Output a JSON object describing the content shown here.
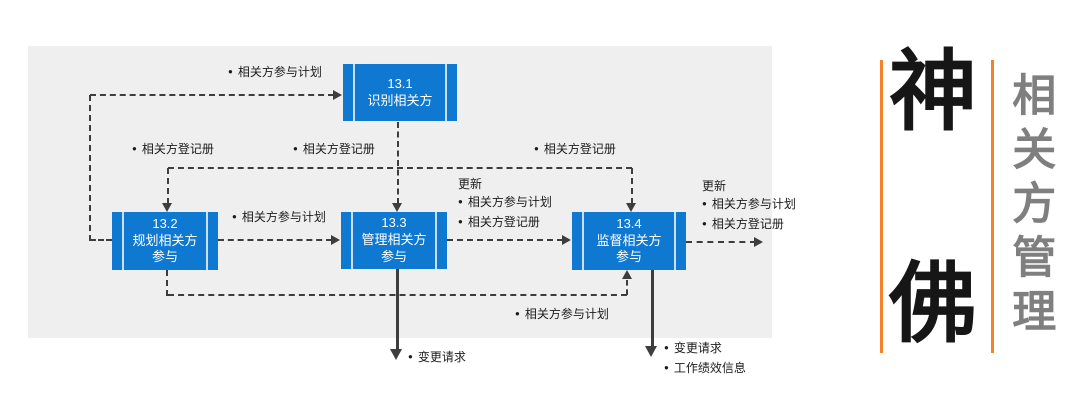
{
  "colors": {
    "process_fill": "#0f78d0",
    "accent_orange": "#f5812a",
    "panel_bg": "#efefef",
    "line_dark": "#3d3d3d",
    "title_gray": "#7f7f7f",
    "box_text": "#ffffff",
    "label_text": "#1c1c1c"
  },
  "diagram": {
    "processes": [
      {
        "code": "13.1",
        "line1": "识别相关方",
        "line2": ""
      },
      {
        "code": "13.2",
        "line1": "规划相关方",
        "line2": "参与"
      },
      {
        "code": "13.3",
        "line1": "管理相关方",
        "line2": "参与"
      },
      {
        "code": "13.4",
        "line1": "监督相关方",
        "line2": "参与"
      }
    ],
    "labels": {
      "plan_to_identify": "相关方参与计划",
      "register_to_plan": "相关方登记册",
      "register_to_manage": "相关方登记册",
      "register_to_monitor": "相关方登记册",
      "plan_to_manage": "相关方参与计划",
      "update_left": {
        "title": "更新",
        "item1": "相关方参与计划",
        "item2": "相关方登记册"
      },
      "update_right": {
        "title": "更新",
        "item1": "相关方参与计划",
        "item2": "相关方登记册"
      },
      "plan_to_monitor": "相关方参与计划",
      "change_request_manage": "变更请求",
      "change_request_monitor": "变更请求",
      "work_performance_info": "工作绩效信息"
    }
  },
  "branding": {
    "hanzi_top": "神",
    "hanzi_bottom": "佛",
    "vertical_title": "相关方管理"
  }
}
